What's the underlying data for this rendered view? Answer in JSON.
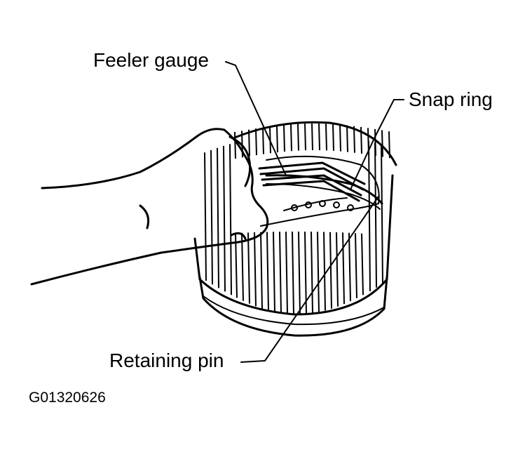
{
  "callouts": {
    "feeler_gauge": "Feeler gauge",
    "snap_ring": "Snap ring",
    "retaining_pin": "Retaining pin"
  },
  "figure_id": "G01320626",
  "colors": {
    "ink": "#000000",
    "paper": "#ffffff"
  }
}
